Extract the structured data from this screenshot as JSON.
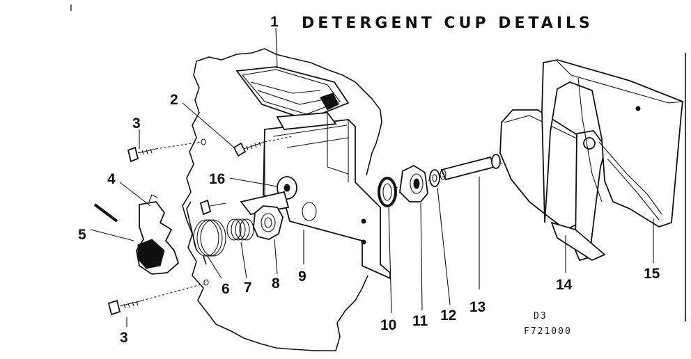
{
  "title": "DETERGENT CUP DETAILS",
  "drawing_id": "D3",
  "drawing_number": "F721000",
  "stray_mark": "I",
  "callouts": [
    {
      "id": "c1",
      "label": "1"
    },
    {
      "id": "c2",
      "label": "2"
    },
    {
      "id": "c3a",
      "label": "3"
    },
    {
      "id": "c3b",
      "label": "3"
    },
    {
      "id": "c4",
      "label": "4"
    },
    {
      "id": "c5",
      "label": "5"
    },
    {
      "id": "c6",
      "label": "6"
    },
    {
      "id": "c7",
      "label": "7"
    },
    {
      "id": "c8",
      "label": "8"
    },
    {
      "id": "c9",
      "label": "9"
    },
    {
      "id": "c10",
      "label": "10"
    },
    {
      "id": "c11",
      "label": "11"
    },
    {
      "id": "c12",
      "label": "12"
    },
    {
      "id": "c13",
      "label": "13"
    },
    {
      "id": "c14",
      "label": "14"
    },
    {
      "id": "c15",
      "label": "15"
    },
    {
      "id": "c16",
      "label": "16"
    }
  ]
}
